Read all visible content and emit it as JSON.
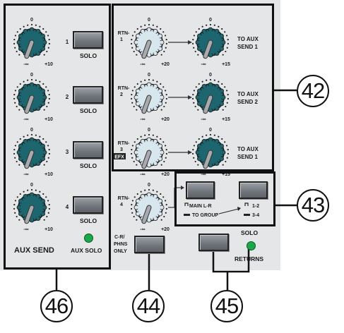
{
  "aux_send": {
    "channels": [
      {
        "number": "1",
        "top_label": "0",
        "min_label": "-∞",
        "max_label": "+10",
        "solo_label": "SOLO"
      },
      {
        "number": "2",
        "top_label": "0",
        "min_label": "-∞",
        "max_label": "+10",
        "solo_label": "SOLO"
      },
      {
        "number": "3",
        "top_label": "0",
        "min_label": "-∞",
        "max_label": "+10",
        "solo_label": "SOLO"
      },
      {
        "number": "4",
        "top_label": "0",
        "min_label": "-∞",
        "max_label": "+10",
        "solo_label": "SOLO"
      }
    ],
    "section_label": "AUX SEND",
    "aux_solo_label": "AUX SOLO",
    "led_color": "#1aa84a"
  },
  "returns": {
    "rows": [
      {
        "rtn_label": "RTN-",
        "rtn_number": "1",
        "rtn_top": "0",
        "rtn_min": "-∞",
        "rtn_max": "+20",
        "send_top": "0",
        "send_min": "-∞",
        "send_max": "+15",
        "to_aux_line1": "TO AUX",
        "to_aux_line2": "SEND 1"
      },
      {
        "rtn_label": "RTN-",
        "rtn_number": "2",
        "rtn_top": "0",
        "rtn_min": "-∞",
        "rtn_max": "+20",
        "send_top": "0",
        "send_min": "-∞",
        "send_max": "+15",
        "to_aux_line1": "TO AUX",
        "to_aux_line2": "SEND 2"
      },
      {
        "rtn_label": "RTN-",
        "rtn_number": "3",
        "efx": "EFX",
        "rtn_top": "0",
        "rtn_min": "-∞",
        "rtn_max": "+20",
        "send_top": "0",
        "send_min": "-∞",
        "send_max": "+15",
        "to_aux_line1": "TO AUX",
        "to_aux_line2": "SEND 1"
      },
      {
        "rtn_label": "RTN-",
        "rtn_number": "4",
        "rtn_top": "0",
        "rtn_min": "-∞",
        "rtn_max": "+20"
      }
    ]
  },
  "routing": {
    "main_lr_label": "MAIN L-R",
    "to_group_label": "TO GROUP",
    "group_12_label": "1-2",
    "group_34_label": "3-4"
  },
  "phones": {
    "line1": "C-R/",
    "line2": "PHNS",
    "line3": "ONLY"
  },
  "returns_solo": {
    "solo_label": "SOLO",
    "returns_label": "RETURNS",
    "led_color": "#1aa84a"
  },
  "callouts": [
    "42",
    "43",
    "44",
    "45",
    "46"
  ],
  "colors": {
    "aux_knob": "#1d6670",
    "rtn_knob": "#d8e6ee",
    "panel": "#e4e6e8",
    "pointer": "#a8aaad"
  }
}
